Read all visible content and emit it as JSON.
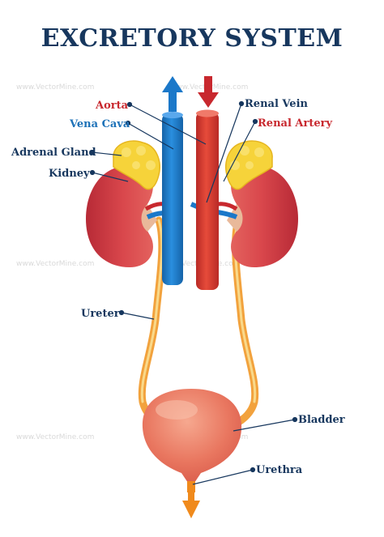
{
  "title": "EXCRETORY SYSTEM",
  "watermark": "www.VectorMine.com",
  "labels": {
    "aorta": "Aorta",
    "vena_cava": "Vena Cava",
    "renal_vein": "Renal Vein",
    "renal_artery": "Renal Artery",
    "adrenal_gland": "Adrenal Gland",
    "kidney": "Kidney",
    "ureter": "Ureter",
    "bladder": "Bladder",
    "urethra": "Urethra"
  },
  "colors": {
    "title": "#17375e",
    "artery": "#d2372f",
    "vein": "#1b78c9",
    "kidney": "#c93a42",
    "adrenal": "#f6d33a",
    "ureter": "#f5b44a",
    "bladder": "#e8755f",
    "arrow_down": "#f08a1c"
  }
}
